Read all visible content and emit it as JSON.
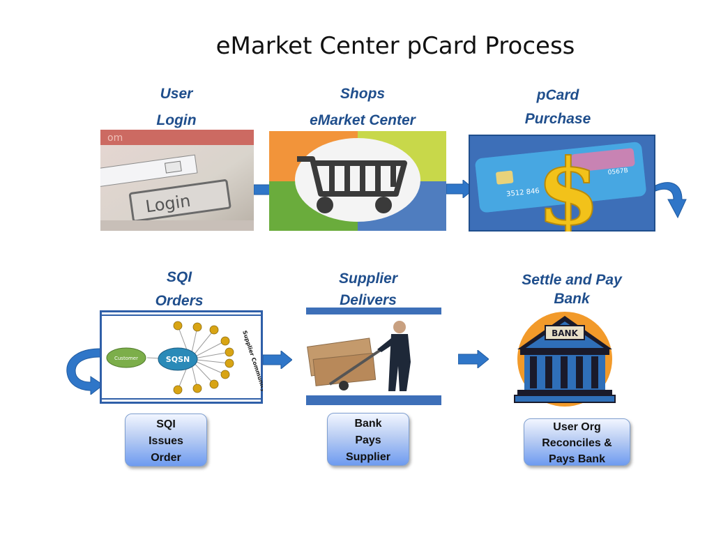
{
  "title": "eMarket Center pCard Process",
  "steps": {
    "login": {
      "line1": "User",
      "line2": "Login",
      "image_text": "Login"
    },
    "shops": {
      "line1": "Shops",
      "line2": "eMarket Center"
    },
    "pcard": {
      "line1": "pCard",
      "line2": "Purchase",
      "card_number": "3512  846",
      "card_suffix": "0567B"
    },
    "sqi": {
      "line1": "SQI",
      "line2": "Orders",
      "node_center": "SQSN",
      "node_left": "Customer",
      "community": "Supplier Community"
    },
    "supplier": {
      "line1": "Supplier",
      "line2": "Delivers"
    },
    "settle": {
      "line1": "Settle and Pay",
      "line2": "Bank",
      "bank_sign": "BANK"
    }
  },
  "notes": {
    "sqi": [
      "SQI",
      "Issues",
      "Order"
    ],
    "bank": [
      "Bank",
      "Pays",
      "Supplier"
    ],
    "user_org": [
      "User Org",
      "Reconciles &",
      "Pays Bank"
    ]
  },
  "colors": {
    "label": "#1f4e8c",
    "arrow": "#2f76c8",
    "box_gradient_bottom": "#6e9bf0"
  }
}
